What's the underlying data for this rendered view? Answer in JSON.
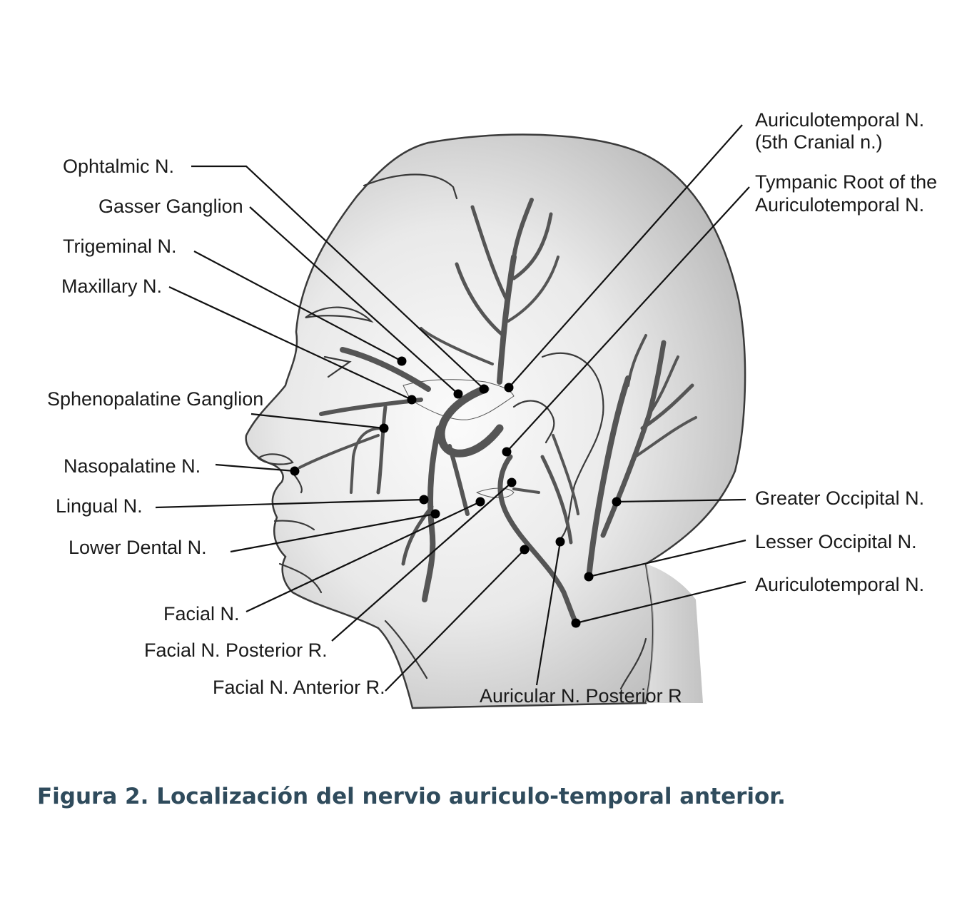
{
  "labels": {
    "ophtalmic": "Ophtalmic N.",
    "gasser": "Gasser Ganglion",
    "trigeminal": "Trigeminal N.",
    "maxillary": "Maxillary N.",
    "sphenopalatine": "Sphenopalatine Ganglion",
    "nasopalatine": "Nasopalatine N.",
    "lingual": "Lingual N.",
    "lower_dental": "Lower Dental N.",
    "facial": "Facial N.",
    "facial_posterior": "Facial N. Posterior R.",
    "facial_anterior": "Facial N. Anterior R.",
    "auricular_posterior": "Auricular N. Posterior R",
    "auriculotemporal_top_1": "Auriculotemporal N.",
    "auriculotemporal_top_2": "(5th Cranial n.)",
    "tympanic_1": "Tympanic Root of the",
    "tympanic_2": "Auriculotemporal N.",
    "greater_occipital": "Greater Occipital N.",
    "lesser_occipital": "Lesser Occipital N.",
    "auriculotemporal_bottom": "Auriculotemporal N."
  },
  "caption": "Figura 2. Localización del nervio auriculo-temporal anterior."
}
